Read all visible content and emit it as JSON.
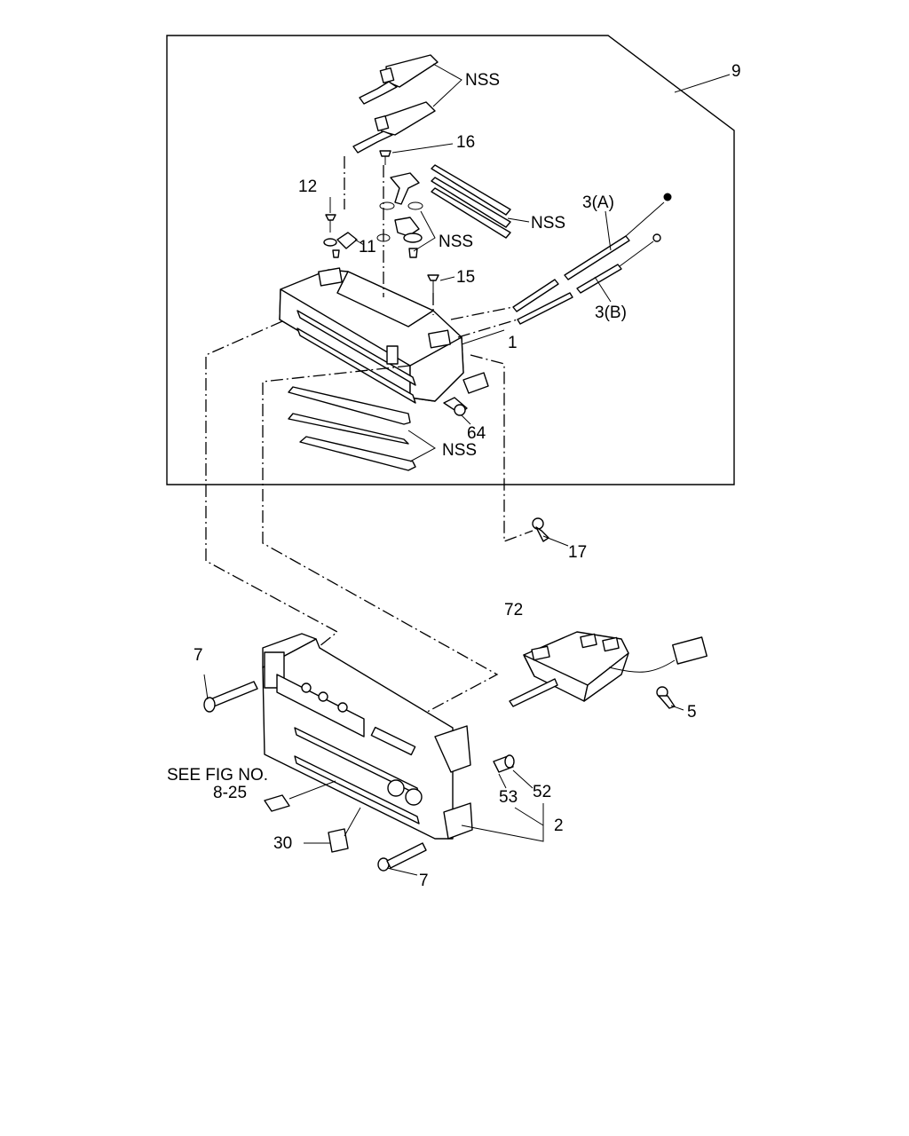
{
  "labels": {
    "nss_top": "NSS",
    "callout_9": "9",
    "callout_16": "16",
    "callout_12": "12",
    "nss_mid_right": "NSS",
    "nss_mid": "NSS",
    "callout_11": "11",
    "callout_3a": "3(A)",
    "callout_15": "15",
    "callout_3b": "3(B)",
    "callout_1": "1",
    "callout_64": "64",
    "nss_bottom": "NSS",
    "callout_17": "17",
    "callout_72": "72",
    "callout_7_top": "7",
    "callout_5": "5",
    "see_fig_line1": "SEE FIG NO.",
    "see_fig_line2": "8-25",
    "callout_52": "52",
    "callout_53": "53",
    "callout_2": "2",
    "callout_30": "30",
    "callout_7_bottom": "7"
  }
}
